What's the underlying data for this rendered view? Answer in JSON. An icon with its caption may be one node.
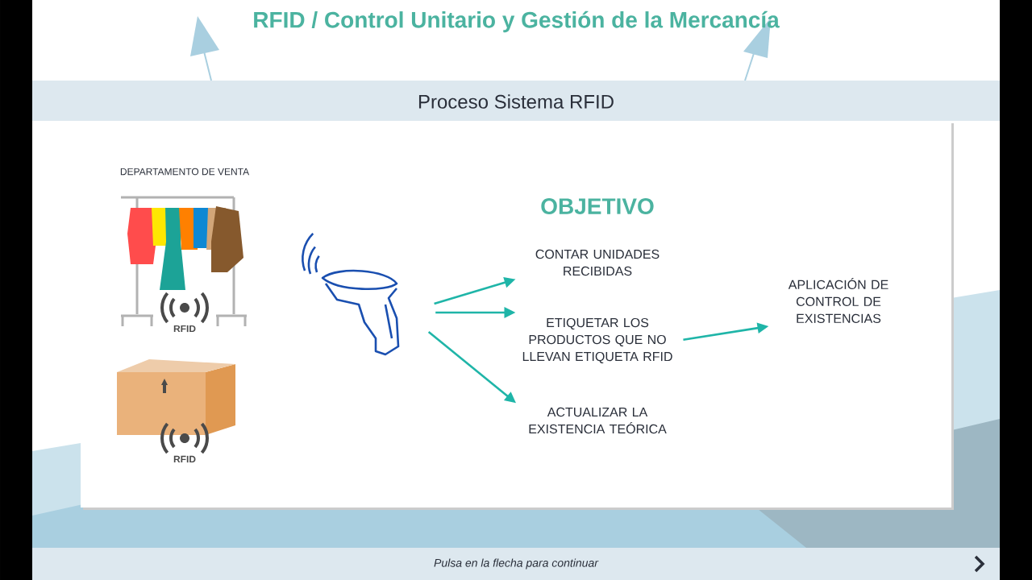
{
  "diagram": {
    "title": "RFID / Control Unitario y Gestión de la Mercancía",
    "nodes": [
      {
        "text": [],
        "shape": "picture"
      },
      {
        "text": [
          "CONTAR UNIDADES RECIBIDAS"
        ]
      },
      {
        "text": [
          "ETIQUETAR LOS PRODUCTOS QUE NO LLEVAN ETIQUETA RFID"
        ]
      },
      {
        "text": [
          "ACTUALIZAR LA EXISTENCIA TEÓRICA"
        ]
      },
      {
        "text": [
          "APLICACIÓN DE CONTROL DE EXISTENCIAS"
        ]
      }
    ],
    "edges": [
      {
        "from": 0,
        "to": 1,
        "arrow": "to"
      },
      {
        "from": 0,
        "to": 2,
        "arrow": "to"
      },
      {
        "from": 0,
        "to": 3,
        "arrow": "to"
      },
      {
        "from": 2,
        "to": 4,
        "arrow": "to"
      }
    ],
    "labels": [
      "Proceso Sistema RFID",
      "DEPARTAMENTO DE VENTA",
      "OBJETIVO",
      "RFID",
      "RFID",
      "Pulsa en la flecha para continuar"
    ]
  }
}
